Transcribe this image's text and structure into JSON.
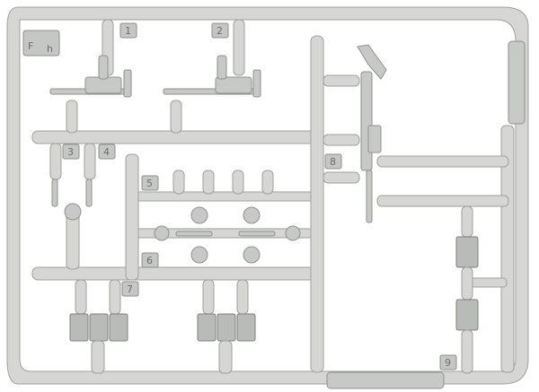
{
  "sprue": {
    "letter": "F",
    "letter_sub": "h",
    "part_numbers": [
      "1",
      "2",
      "3",
      "4",
      "5",
      "6",
      "7",
      "8",
      "9"
    ]
  },
  "colors": {
    "plastic": "#d6d7d5",
    "outline": "#9fa19e",
    "background": "#ffffff"
  }
}
